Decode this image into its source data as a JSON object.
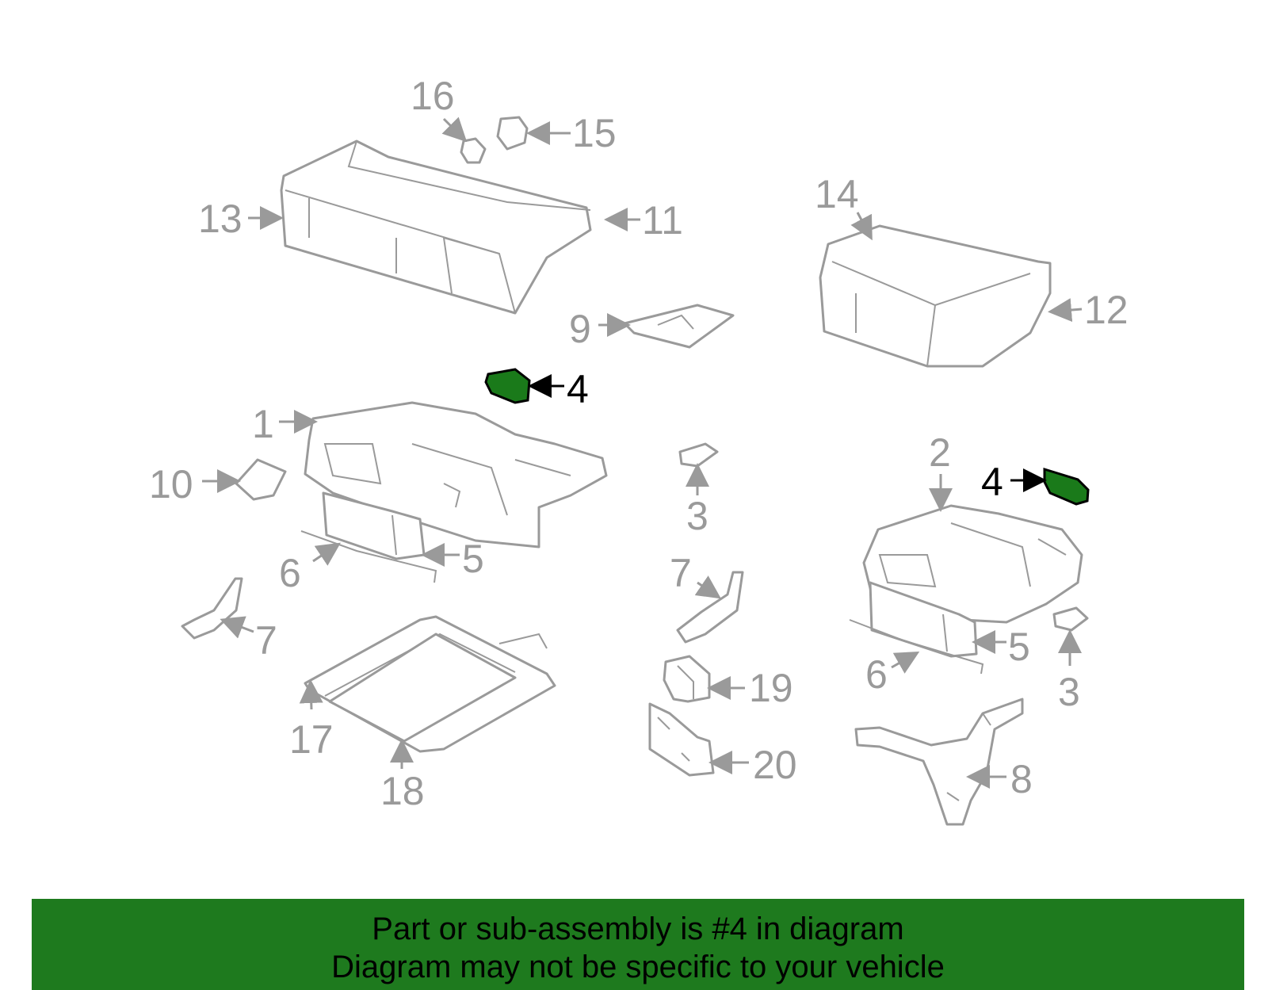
{
  "colors": {
    "accent": "#1e7a1e",
    "part_outline": "#9a9a9a",
    "highlight_part": "#1a7a1a"
  },
  "labels": {
    "l1": "1",
    "l2": "2",
    "l3a": "3",
    "l3b": "3",
    "l4a": "4",
    "l4b": "4",
    "l5a": "5",
    "l5b": "5",
    "l6a": "6",
    "l6b": "6",
    "l7a": "7",
    "l7b": "7",
    "l8": "8",
    "l9": "9",
    "l10": "10",
    "l11": "11",
    "l12": "12",
    "l13": "13",
    "l14": "14",
    "l15": "15",
    "l16": "16",
    "l17": "17",
    "l18": "18",
    "l19": "19",
    "l20": "20"
  },
  "banner": {
    "line1": "Part or sub-assembly is #4 in diagram",
    "line2": "Diagram may not be specific to your vehicle"
  }
}
